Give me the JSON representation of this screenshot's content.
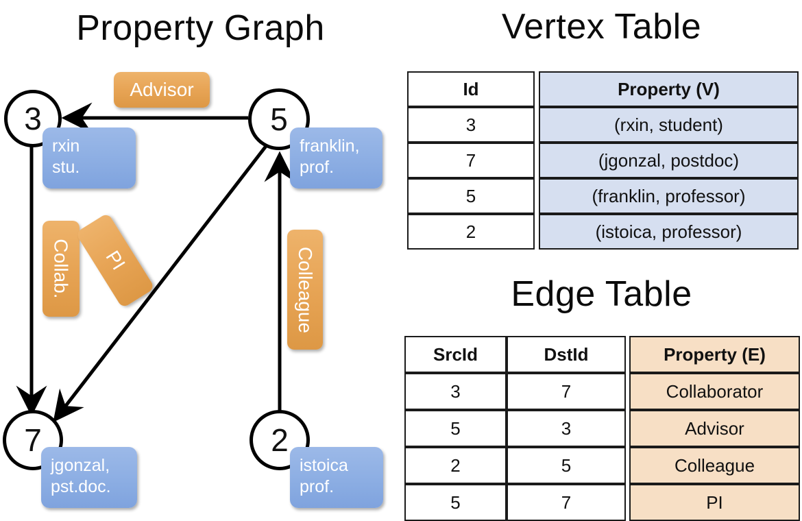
{
  "titles": {
    "property_graph": "Property Graph",
    "vertex_table": "Vertex Table",
    "edge_table": "Edge Table"
  },
  "graph": {
    "nodes": [
      {
        "id": "3",
        "label": "rxin\nstu."
      },
      {
        "id": "5",
        "label": "franklin,\nprof."
      },
      {
        "id": "7",
        "label": "jgonzal,\npst.doc."
      },
      {
        "id": "2",
        "label": "istoica\nprof."
      }
    ],
    "edge_labels": {
      "advisor": "Advisor",
      "collab": "Collab.",
      "pi": "PI",
      "colleague": "Colleague"
    }
  },
  "vertex_table": {
    "headers": [
      "Id",
      "Property (V)"
    ],
    "rows": [
      {
        "id": "3",
        "property": "(rxin, student)"
      },
      {
        "id": "7",
        "property": "(jgonzal, postdoc)"
      },
      {
        "id": "5",
        "property": "(franklin, professor)"
      },
      {
        "id": "2",
        "property": "(istoica, professor)"
      }
    ]
  },
  "edge_table": {
    "headers": [
      "SrcId",
      "DstId",
      "Property (E)"
    ],
    "rows": [
      {
        "src": "3",
        "dst": "7",
        "property": "Collaborator"
      },
      {
        "src": "5",
        "dst": "3",
        "property": "Advisor"
      },
      {
        "src": "2",
        "dst": "5",
        "property": "Colleague"
      },
      {
        "src": "5",
        "dst": "7",
        "property": "PI"
      }
    ]
  },
  "colors": {
    "vertex_property_fill": "#d6dff0",
    "edge_property_fill": "#f7dfc5",
    "node_callout": "#8fb0e4",
    "edge_callout": "#e7a455",
    "stroke": "#000000"
  }
}
